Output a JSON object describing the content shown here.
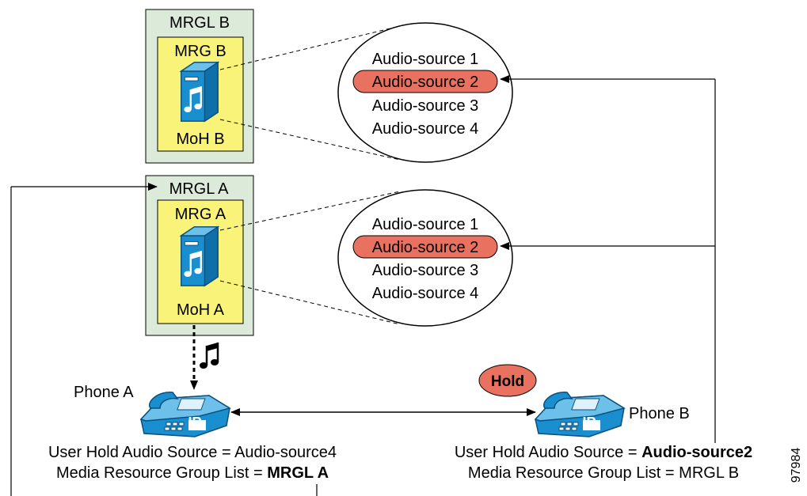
{
  "colors": {
    "mrgl_fill": "#dcebd9",
    "mrg_fill": "#f9f37a",
    "server_fill": "#1a8fcf",
    "highlight_fill": "#e9715f",
    "line": "#000000"
  },
  "mrgl_b": {
    "title": "MRGL B",
    "mrg_label": "MRG B",
    "server_icon": "moh-server-icon",
    "moh_label": "MoH B",
    "sources": [
      "Audio-source 1",
      "Audio-source 2",
      "Audio-source 3",
      "Audio-source 4"
    ],
    "selected_source": "Audio-source 2"
  },
  "mrgl_a": {
    "title": "MRGL A",
    "mrg_label": "MRG A",
    "server_icon": "moh-server-icon",
    "moh_label": "MoH A",
    "sources": [
      "Audio-source 1",
      "Audio-source 2",
      "Audio-source 3",
      "Audio-source 4"
    ],
    "selected_source": "Audio-source 2"
  },
  "music_icon": "music-note-icon",
  "hold_badge": "Hold",
  "phone_a": {
    "name": "Phone A",
    "icon": "ip-phone-icon",
    "ip_label": "IP",
    "hold_audio_prefix": "User Hold Audio Source = ",
    "hold_audio_value": "Audio-source4",
    "mrgl_prefix": "Media Resource Group List = ",
    "mrgl_value": "MRGL A"
  },
  "phone_b": {
    "name": "Phone B",
    "icon": "ip-phone-icon",
    "ip_label": "IP",
    "hold_audio_prefix": "User Hold Audio Source = ",
    "hold_audio_value": "Audio-source2",
    "mrgl_prefix": "Media Resource Group List = ",
    "mrgl_value": "MRGL B"
  },
  "figure_id": "97984"
}
